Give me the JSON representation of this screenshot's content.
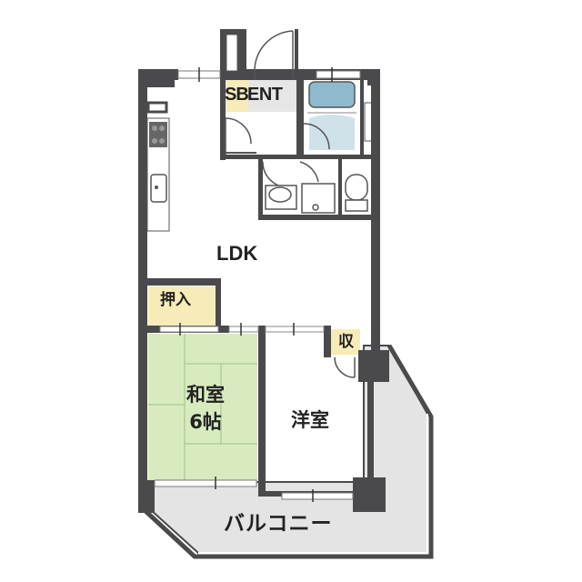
{
  "floor_plan": {
    "rooms": {
      "ldk": "LDK",
      "shoe_box": "SB",
      "entrance": "ENT",
      "oshiire": "押入",
      "storage": "収",
      "washitsu_line1": "和室",
      "washitsu_line2": "6帖",
      "youshitsu": "洋室",
      "balcony": "バルコニー"
    },
    "colors": {
      "wall": "#4a4a4c",
      "tatami": "#d8ebbf",
      "storage_fill": "#f7ebb8",
      "balcony_fill": "#e4e4e4",
      "entrance_fill": "#e6e6e6",
      "bath_tub": "#8fb9cc",
      "bath_floor": "#cfe2ea"
    }
  }
}
